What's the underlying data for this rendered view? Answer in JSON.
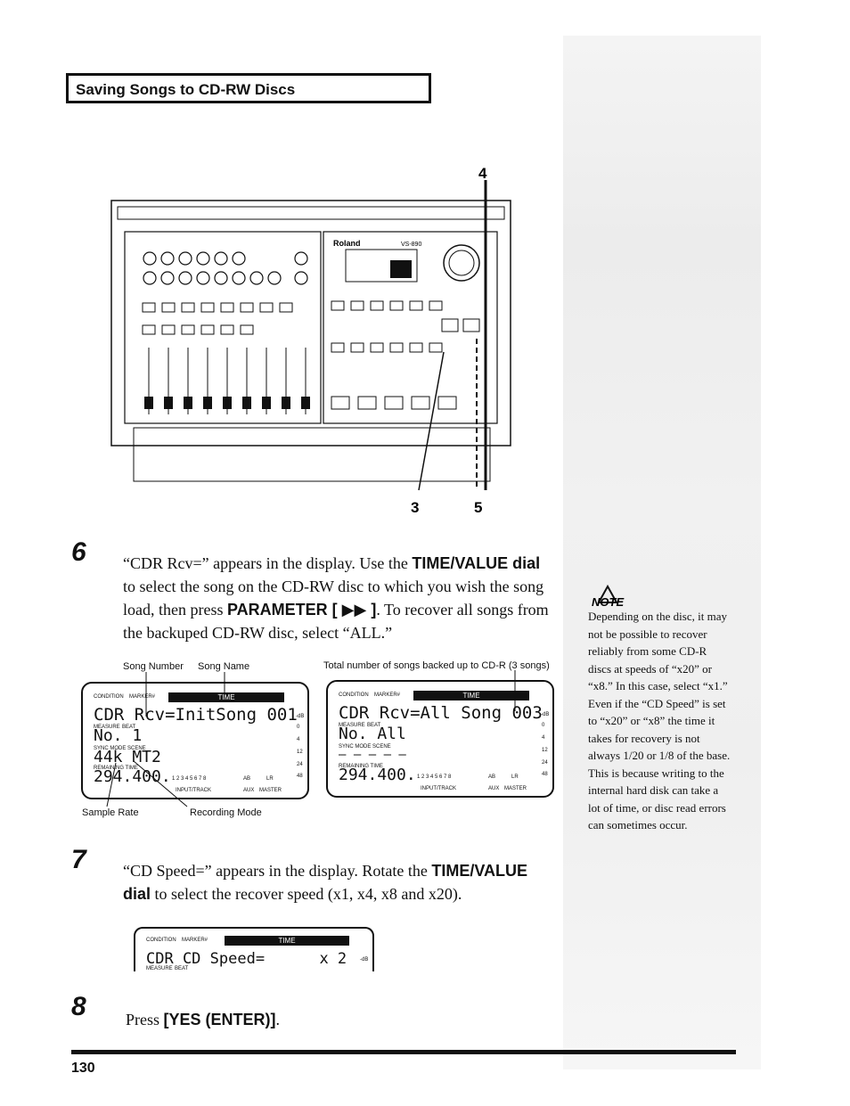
{
  "header": {
    "title": "Saving Songs to CD-RW Discs"
  },
  "figure": {
    "callouts": [
      "4",
      "3",
      "5"
    ],
    "panel": {
      "brand": "Roland",
      "model": "VS-890"
    }
  },
  "steps": [
    {
      "number": "6",
      "text_a": "“CDR Rcv=” appears in the display. Use the ",
      "bold_a": "TIME/VALUE dial",
      "text_b": " to select the song on the CD-RW disc to which you wish the song load, then press ",
      "bold_b": "PARAMETER [ ▶▶ ]",
      "text_c": ". To recover all songs from the backuped CD-RW disc, select “ALL.”"
    },
    {
      "number": "7",
      "text_a": "“CD Speed=” appears in the display. Rotate the ",
      "bold_a": "TIME/VALUE dial",
      "text_b": " to select the recover speed (x1, x4, x8 and x20)."
    },
    {
      "number": "8",
      "text_a": "Press ",
      "bold_a": "[YES (ENTER)]",
      "text_b": "."
    }
  ],
  "annotations": {
    "song_number": "Song Number",
    "song_name": "Song Name",
    "total_songs": "Total number of songs backed up to CD-R (3 songs)",
    "sample_rate": "Sample Rate",
    "recording_mode": "Recording Mode"
  },
  "lcd_common": {
    "condition": "CONDITION",
    "marker": "MARKER#",
    "time": "TIME",
    "measure": "MEASURE",
    "beat": "BEAT",
    "sync_mode": "SYNC MODE",
    "scene": "SCENE",
    "remaining_time": "REMAINING TIME",
    "input_track": "INPUT/TRACK",
    "aux": "AUX",
    "master": "MASTER",
    "ab": "AB",
    "lr": "LR",
    "channels": "1 2 3 4 5 6 7 8",
    "db": "-dB",
    "meter_0": "0",
    "meter_4": "4",
    "meter_12": "12",
    "meter_24": "24",
    "meter_48": "48"
  },
  "lcd1": {
    "line1": "CDR Rcv=InitSong 001",
    "line2": "No.   1",
    "line3": "44k MT2",
    "line4": "294.400."
  },
  "lcd2": {
    "line1": "CDR Rcv=All  Song 003",
    "line2": "No. All",
    "line3": "— —   — — —",
    "line4": "294.400."
  },
  "lcd3": {
    "line1": "CDR CD Speed=      x 2"
  },
  "note": {
    "label": "NOTE",
    "text": "Depending on the disc, it may not be possible to recover reliably from some CD-R discs at speeds of “x20” or “x8.” In this case, select “x1.” Even if the “CD Speed” is set to “x20” or “x8” the time it takes for recovery is not always 1/20 or 1/8 of the base. This is because writing to the internal hard disk can take a lot of time, or disc read errors can sometimes occur."
  },
  "footer": {
    "page_number": "130"
  }
}
